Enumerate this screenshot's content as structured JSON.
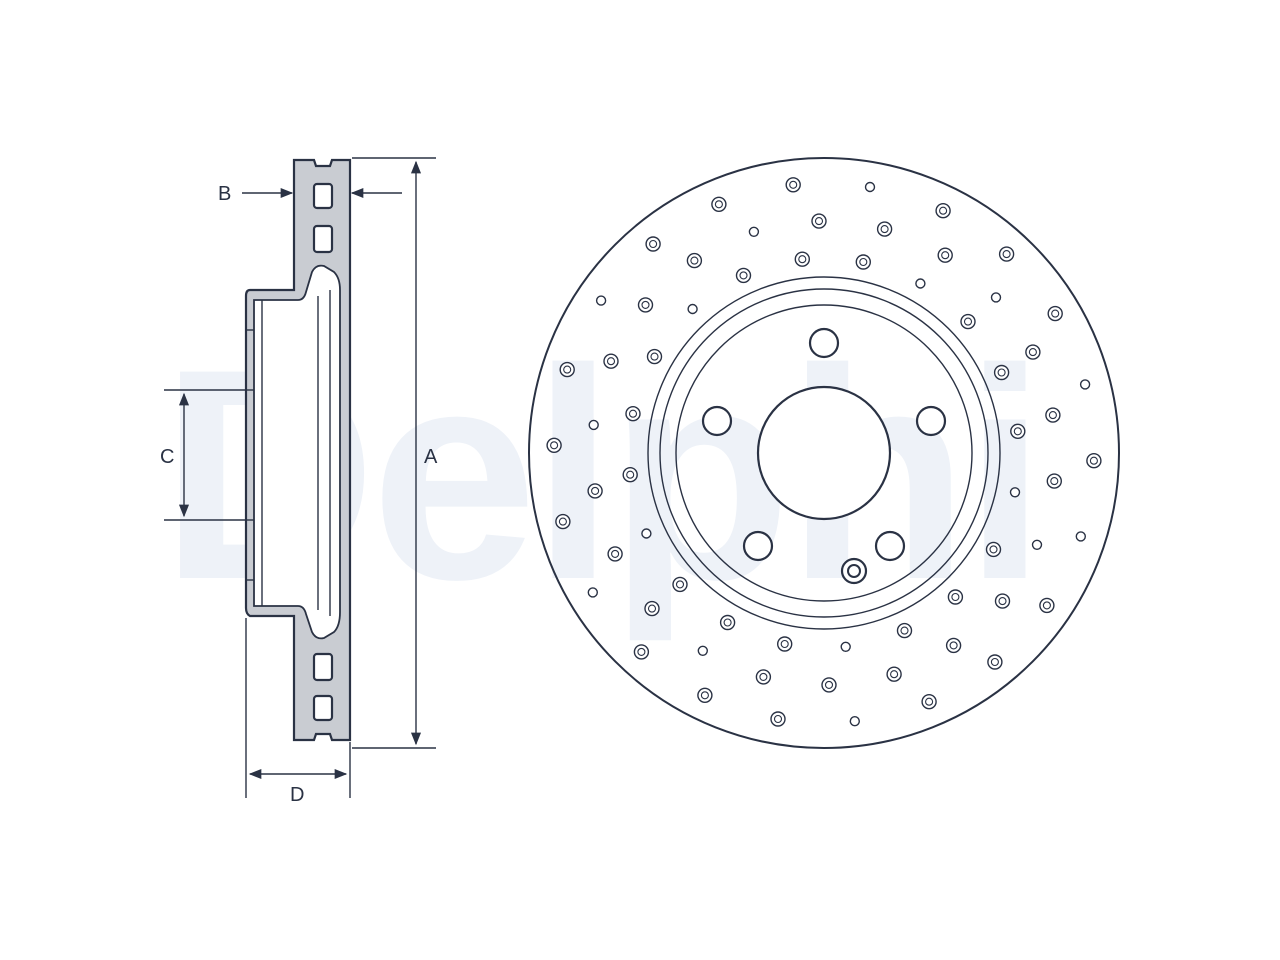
{
  "watermark": {
    "text": "Delphi",
    "color": "#eef2f8"
  },
  "dimensions": {
    "a": "A",
    "b": "B",
    "c": "C",
    "d": "D"
  },
  "colors": {
    "line": "#2a3244",
    "section_fill": "#c9ccd2"
  }
}
